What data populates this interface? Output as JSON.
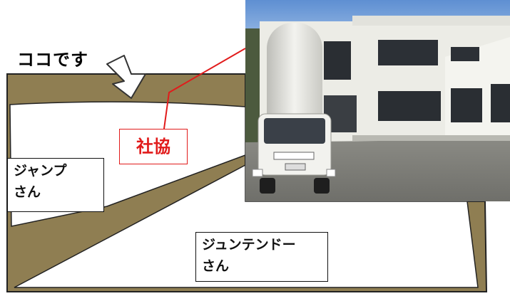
{
  "map": {
    "here_label": "ココです",
    "facility_label": "社協",
    "store_jump": {
      "line1": "ジャンプ",
      "line2": "さん"
    },
    "store_junten": {
      "line1": "ジュンテンドー",
      "line2": "さん"
    }
  },
  "colors": {
    "road": "#8f7e52",
    "block": "#ffffff",
    "callout": "#e11b1b",
    "outline": "#111111"
  }
}
